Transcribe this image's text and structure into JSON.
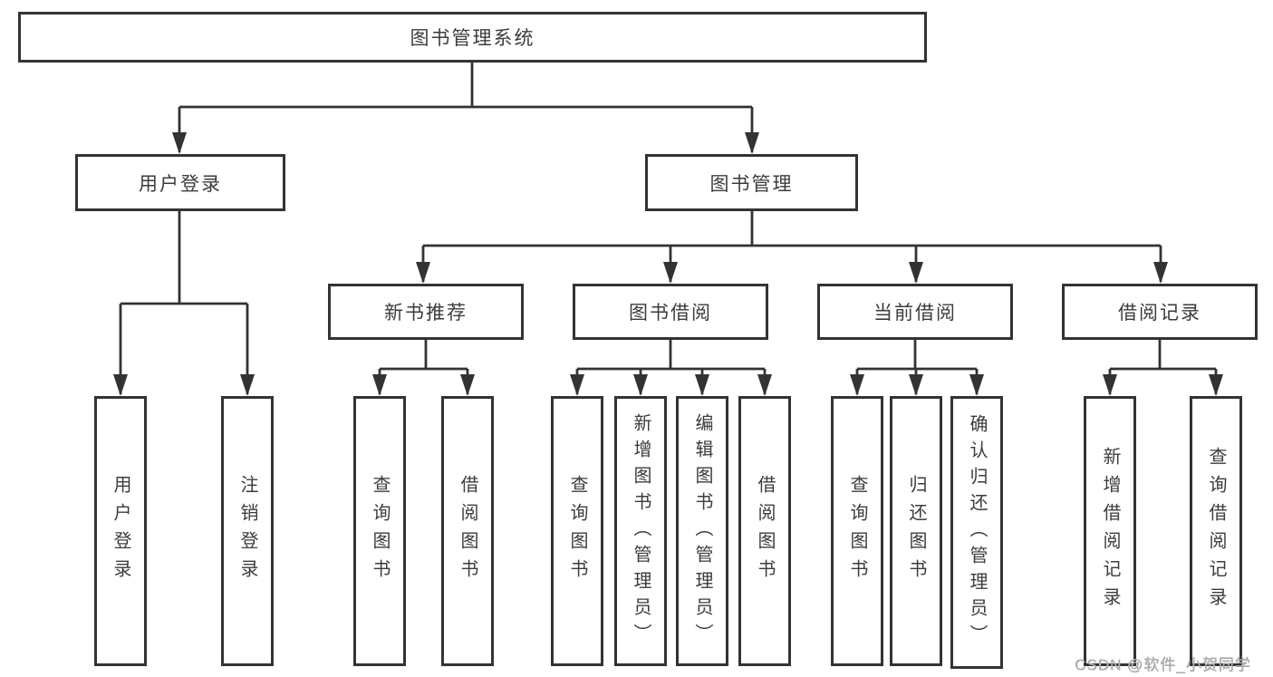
{
  "diagram": {
    "title": "图书管理系统",
    "root": {
      "label": "图书管理系统"
    },
    "level2": [
      {
        "label": "用户登录"
      },
      {
        "label": "图书管理"
      }
    ],
    "level3": [
      {
        "label": "新书推荐"
      },
      {
        "label": "图书借阅"
      },
      {
        "label": "当前借阅"
      },
      {
        "label": "借阅记录"
      }
    ],
    "leaves": {
      "user_login": [
        "用户登录",
        "注销登录"
      ],
      "new_book": [
        "查询图书",
        "借阅图书"
      ],
      "book_borrow": [
        "查询图书",
        "新增图书（管理员）",
        "编辑图书（管理员）",
        "借阅图书"
      ],
      "current_borrow": [
        "查询图书",
        "归还图书",
        "确认归还（管理员）"
      ],
      "borrow_record": [
        "新增借阅记录",
        "查询借阅记录"
      ]
    }
  },
  "watermark": {
    "text": "CSDN @软件_小贺同学"
  },
  "colors": {
    "line": "#333333",
    "box_border": "#333333",
    "text": "#3c3c3c",
    "background": "#ffffff",
    "watermark": "#b2b2b2"
  }
}
